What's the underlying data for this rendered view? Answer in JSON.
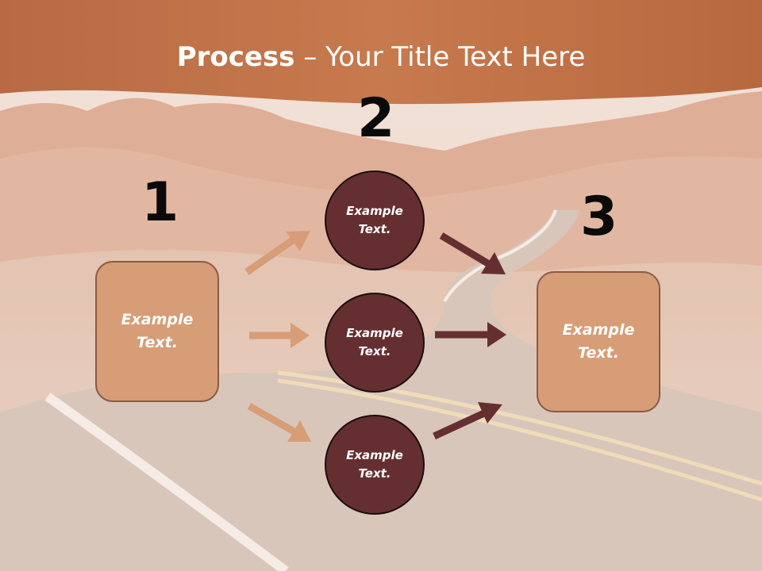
{
  "title": {
    "bold": "Process",
    "rest": " – Your Title Text Here"
  },
  "steps": [
    {
      "number": "1",
      "text_line1": "Example",
      "text_line2": "Text."
    },
    {
      "number": "2",
      "nodes": [
        {
          "text_line1": "Example",
          "text_line2": "Text."
        },
        {
          "text_line1": "Example",
          "text_line2": "Text."
        },
        {
          "text_line1": "Example",
          "text_line2": "Text."
        }
      ]
    },
    {
      "number": "3",
      "text_line1": "Example",
      "text_line2": "Text."
    }
  ],
  "colors": {
    "banner": "#b8683f",
    "box_fill": "#d69d77",
    "circle_fill": "#652f31",
    "arrow_light": "#d69d77",
    "arrow_dark": "#652f31"
  }
}
